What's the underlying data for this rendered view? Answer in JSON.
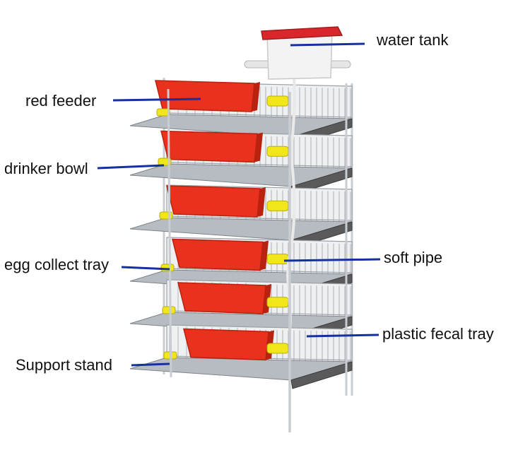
{
  "labels": {
    "water_tank": "water tank",
    "red_feeder": "red feeder",
    "drinker_bowl": "drinker bowl",
    "egg_collect_tray": "egg collect tray",
    "soft_pipe": "soft pipe",
    "plastic_fecal_tray": "plastic fecal tray",
    "support_stand": "Support stand"
  },
  "colors": {
    "pointer_line": "#1530a0",
    "feeder": "#e8321e",
    "feeder_dark": "#b8220f",
    "tank_lid": "#d8262b",
    "tank_body": "#f3f3f3",
    "drinker_bowl": "#f0e619",
    "tray": "#5a5a5a",
    "wire": "#9aa0a6",
    "frame": "#c9ccd0"
  }
}
